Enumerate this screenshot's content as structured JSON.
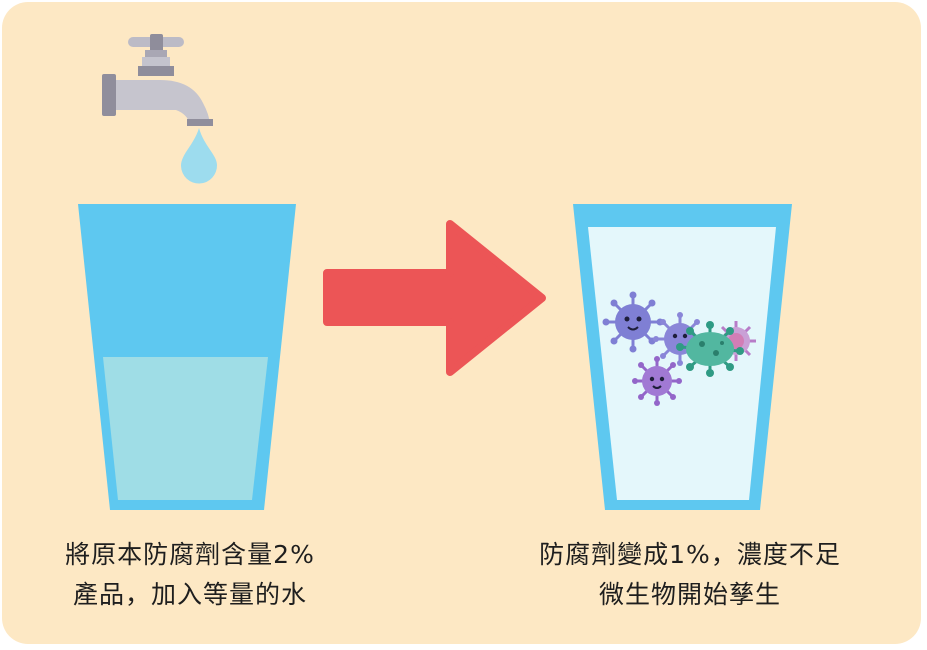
{
  "captions": {
    "left": {
      "line1": "將原本防腐劑含量2%",
      "line2": "產品，加入等量的水"
    },
    "right": {
      "line1": "防腐劑變成1%，濃度不足",
      "line2": "微生物開始孳生"
    }
  },
  "colors": {
    "background": "#fde8c4",
    "cup_border": "#5ec8f0",
    "water_left": "#9fdde6",
    "water_right": "#e4f7fb",
    "arrow": "#ec5556",
    "faucet": "#b9b8c4",
    "droplet": "#9ddcee"
  }
}
